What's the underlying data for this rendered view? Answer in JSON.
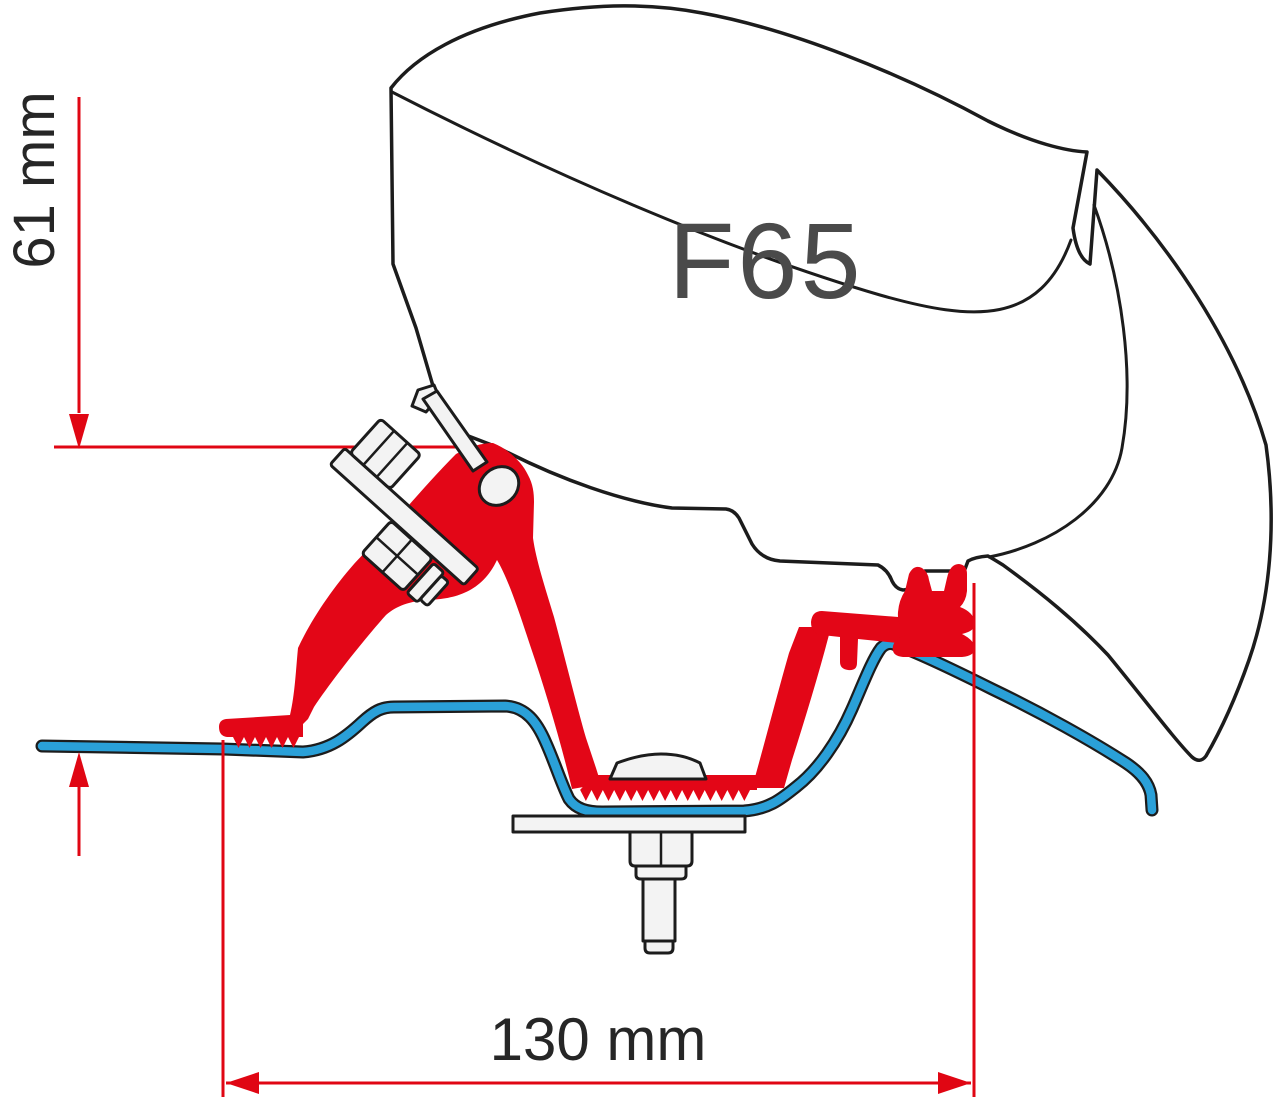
{
  "diagram": {
    "product_label": "F65",
    "dimensions": {
      "height_label": "61 mm",
      "width_label": "130 mm"
    },
    "colors": {
      "bracket_red": "#e30617",
      "dimension_red": "#e00613",
      "roof_blue": "#2aa0d8",
      "outline_black": "#1c1c1c",
      "label_gray": "#4a4a4a",
      "text_dark": "#262626",
      "hardware_fill": "#f3f3f3",
      "background": "#ffffff"
    }
  }
}
